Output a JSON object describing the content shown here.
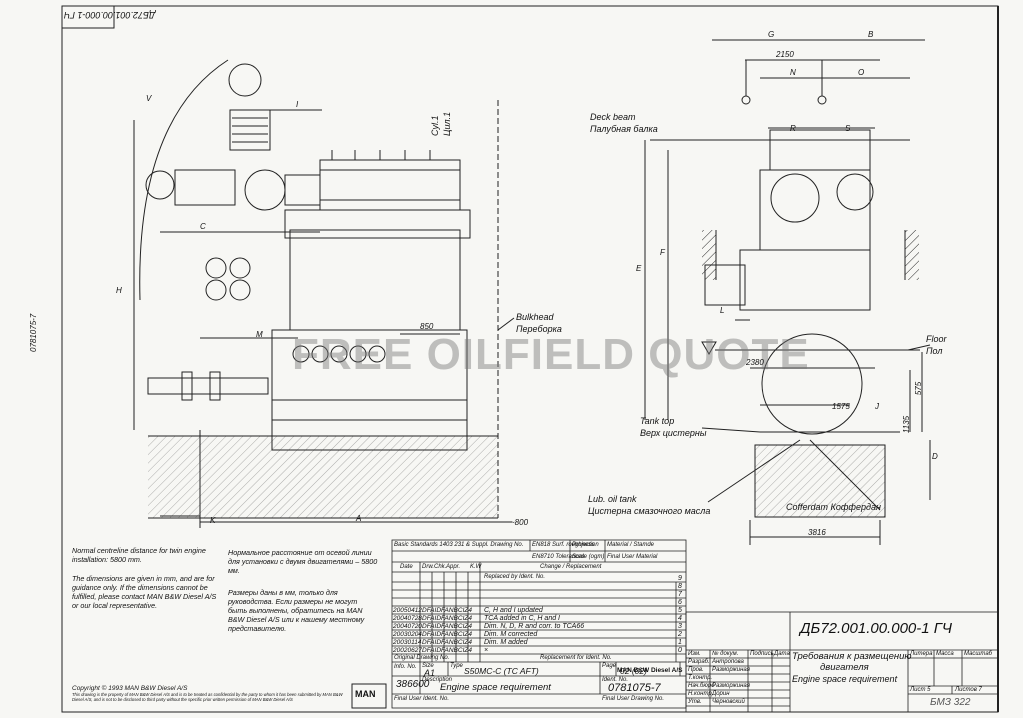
{
  "drawing": {
    "corner_code": "ДБ72.001.00.000-1 ГЧ",
    "side_code": "0781075-7",
    "cyl_label": "Cyl.1",
    "cyl_label_ru": "Цил.1"
  },
  "labels": {
    "deck_beam": "Deck beam",
    "deck_beam_ru": "Палубная балка",
    "bulkhead": "Bulkhead",
    "bulkhead_ru": "Переборка",
    "floor": "Floor",
    "floor_ru": "Пол",
    "tank_top": "Tank top",
    "tank_top_ru": "Верх цистерны",
    "lub_oil": "Lub. oil tank",
    "lub_oil_ru": "Цистерна смазочного масла",
    "cofferdam": "Cofferdam Коффердан"
  },
  "dimensions": {
    "G": "G",
    "B": "B",
    "d2150": "2150",
    "N": "N",
    "O": "O",
    "R": "R",
    "S": "S",
    "E": "E",
    "F": "F",
    "L": "L",
    "d2380": "2380",
    "d1575": "1575",
    "J": "J",
    "d575": "575",
    "d1135": "1135",
    "D": "D",
    "d3816": "3816",
    "V": "V",
    "I": "I",
    "C": "C",
    "H": "H",
    "M": "M",
    "d850": "850",
    "K": "K",
    "A": "A",
    "d800": "~800"
  },
  "notes": {
    "en1": "Normal centreline distance for twin engine installation: 5800 mm.",
    "en2": "The dimensions are given in mm, and are for guidance only. If the dimensions cannot be fulfilled, please contact MAN B&W Diesel A/S or our local representative.",
    "ru1": "Нормальное расстояние от осевой линии для установки с двумя двигателями – 5800 мм.",
    "ru2": "Размеры даны в мм, только для руководства. Если размеры не могут быть выполнены, обратитесь на MAN B&W Diesel A/S или к нашему местному представителю.",
    "copyright": "Copyright © 1993 MAN B&W Diesel A/S",
    "legal": "This drawing is the property of MAN B&W Diesel A/S and is to be treated as confidential by the party to whom it has been submitted by MAN B&W Diesel A/S, and is not to be disclosed to third party without the specific prior written permission of MAN B&W Diesel A/S"
  },
  "revisions": [
    {
      "date": "20050412",
      "code": "DFAIDFANBCIZ4",
      "text": "C, H and I updated",
      "no": "5"
    },
    {
      "date": "20040728",
      "code": "DFAIDFANBCIZ4",
      "text": "TCA added in C, H and I",
      "no": "4"
    },
    {
      "date": "20040720",
      "code": "DFAIDFANBCIZ4",
      "text": "Dim. N, D, R and corr. to TCA66",
      "no": "3"
    },
    {
      "date": "20030204",
      "code": "DFAIDFANBCIZ4",
      "text": "Dim. M corrected",
      "no": "2"
    },
    {
      "date": "20030114",
      "code": "DFAIDFANBCIZ4",
      "text": "Dim. M added",
      "no": "1"
    },
    {
      "date": "20020627",
      "code": "DFAIDFANBCIZ4",
      "text": "×",
      "no": "0"
    }
  ],
  "rev_empty_nos": [
    "9",
    "8",
    "7",
    "6"
  ],
  "titleblock": {
    "std_header": "Basic Standards 1403 231 & Suppl. Drawing No.",
    "en_surf": "EN818 Surf. roughness",
    "projection": "Projection",
    "material": "Material / Stamde",
    "tolerances": "EN8710 Tolerances",
    "scale_label": "Scale (ogm)",
    "final_mat": "Final User Material",
    "col_date": "Date",
    "col_drw": "Drw.",
    "col_chk": "Chk.",
    "col_appr": "Appr.",
    "col_kw": "K.W",
    "col_replaced": "Replaced by Ident. No.",
    "col_change": "Change / Replacement",
    "original_drw": "Original Drawing No.",
    "replacement_label": "Replacement for Ident. No.",
    "info_no_label": "Info. No.",
    "size_label": "Size",
    "size": "A1",
    "type_label": "Type",
    "type": "S50MC-C (TC AFT)",
    "page_label": "Page",
    "page": "02 (02)",
    "company": "MAN B&W Diesel A/S",
    "info_no": "386600",
    "description_label": "Description",
    "description": "Engine space requirement",
    "ident_label": "Ident. No.",
    "ident": "0781075-7",
    "final_user_ident": "Final User Ident. No.",
    "final_user_drw": "Final User Drawing No."
  },
  "ru_block": {
    "roles": [
      "Изм.",
      "Разраб.",
      "Пров.",
      "Т.контр.",
      "Нач.бюро",
      "Н.контр.",
      "Утв."
    ],
    "names": [
      "№ докум.",
      "Антропова",
      "Разморжиная",
      "",
      "Разморжиная",
      "Дорин",
      "Черновский"
    ],
    "col_sign": "Подпись",
    "col_date": "Дата",
    "code": "ДБ72.001.00.000-1 ГЧ",
    "title1": "Требования к размещению",
    "title2": "двигателя",
    "title3": "Engine space requirement",
    "col_litera": "Литера",
    "col_mass": "Масса",
    "col_scale": "Масштаб",
    "sheet": "Лист 5",
    "sheets": "Листов 7",
    "stamp": "БМЗ 322"
  },
  "watermark": "FREE OILFIELD QUOTE"
}
